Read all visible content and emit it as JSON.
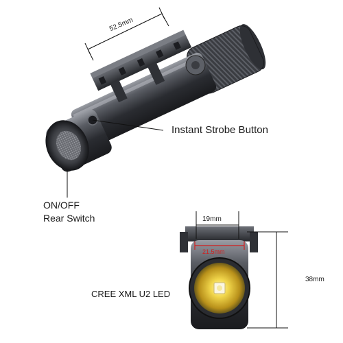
{
  "labels": {
    "dim_length": "52.5mm",
    "strobe": "Instant Strobe Button",
    "on_off_line1": "ON/OFF",
    "on_off_line2": "Rear Switch",
    "cree": "CREE XML U2 LED",
    "dim_head_width": "19mm",
    "dim_body": "21.5mm",
    "dim_height": "38mm"
  },
  "colors": {
    "body_dark": "#2b2d31",
    "body_mid": "#4a4d53",
    "body_light": "#8d9098",
    "lens_yellow": "#e8c52a",
    "dim_red": "#d21e1e",
    "line": "#111111"
  }
}
